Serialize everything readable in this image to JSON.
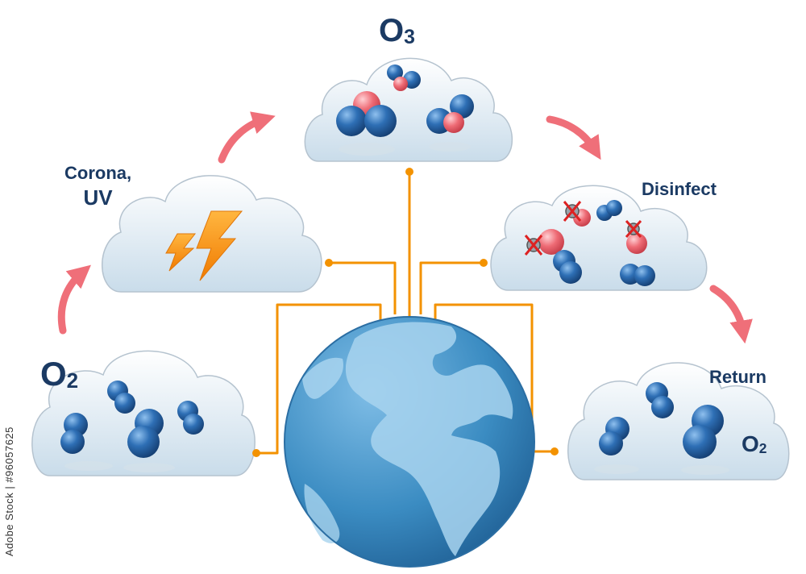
{
  "labels": {
    "o3": {
      "main": "O",
      "sub": "3"
    },
    "corona": {
      "line1": "Corona,",
      "line2": "UV"
    },
    "disinfect": "Disinfect",
    "o2_left": {
      "main": "O",
      "sub": "2"
    },
    "return": "Return",
    "o2_right": {
      "main": "O",
      "sub": "2"
    }
  },
  "watermark": {
    "stock_id": "Adobe Stock | #96057625"
  },
  "colors": {
    "cloud_fill_top": "#ffffff",
    "cloud_fill_bottom": "#c9dcea",
    "oxygen_blue": "#1f5fa6",
    "oxygen_red": "#e8545e",
    "wire_orange": "#f39200",
    "arrow_pink": "#ef6f79",
    "bolt_orange": "#f7941d",
    "globe_ocean": "#3f8fc4",
    "globe_land": "#a8d3ee",
    "label_navy": "#1b3a63"
  },
  "icons": [
    "lightning-icon",
    "globe-icon",
    "virus-icon",
    "cycle-arrow-icon"
  ]
}
